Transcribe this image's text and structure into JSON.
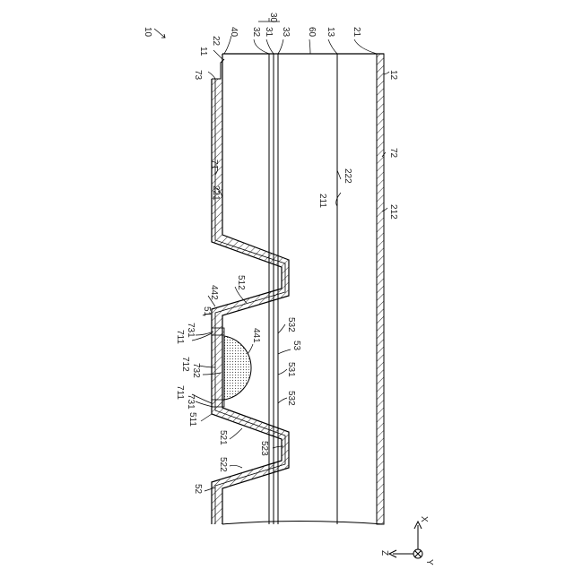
{
  "figure": {
    "ref_labels": {
      "n10": "10",
      "n40": "40",
      "n32": "32",
      "n30": "30",
      "n31": "31",
      "n33": "33",
      "n60": "60",
      "n13": "13",
      "n21": "21",
      "n22": "22",
      "n11": "11",
      "n73": "73",
      "n12": "12",
      "n71": "71",
      "n72": "72",
      "n221": "221",
      "n211": "211",
      "n222": "222",
      "n212": "212",
      "n442": "442",
      "n512": "512",
      "n51": "51",
      "n711a": "711",
      "n731a": "731",
      "n441": "441",
      "n532a": "532",
      "n53": "53",
      "n712": "712",
      "n732": "732",
      "n531": "531",
      "n711b": "711",
      "n731b": "731",
      "n532b": "532",
      "n511": "511",
      "n521": "521",
      "n523": "523",
      "n522": "522",
      "n52": "52"
    },
    "axes": {
      "x": "X",
      "z": "Z",
      "y": "Y"
    }
  }
}
